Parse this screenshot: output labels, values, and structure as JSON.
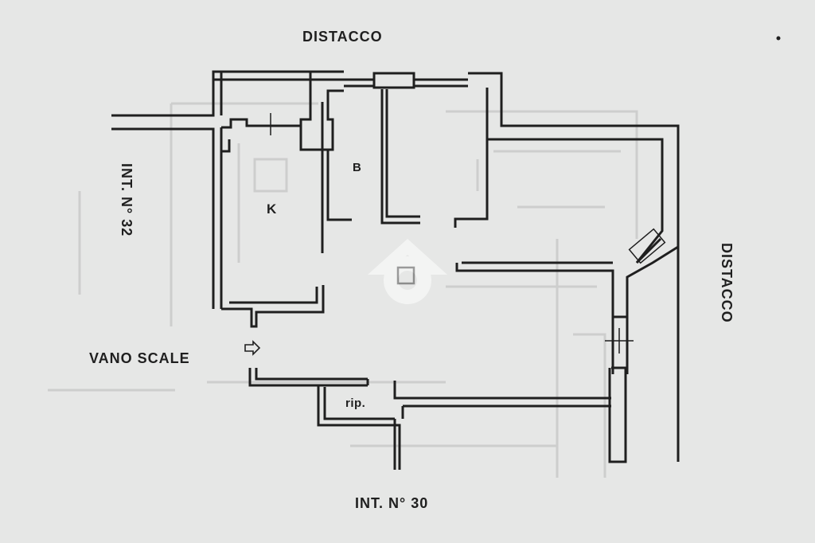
{
  "plan": {
    "labels": {
      "top_neighbor": "DISTACCO",
      "right_neighbor": "DISTACCO",
      "left_neighbor": "INT. N° 32",
      "bottom_neighbor": "INT. N° 30",
      "stairwell": "VANO SCALE",
      "room_kitchen": "K",
      "room_bath": "B",
      "storage": "rip."
    },
    "colors": {
      "paper": "#e6e7e6",
      "wall_ink": "#1f1f1f",
      "ghost_ink": "#cfd0cf"
    }
  }
}
